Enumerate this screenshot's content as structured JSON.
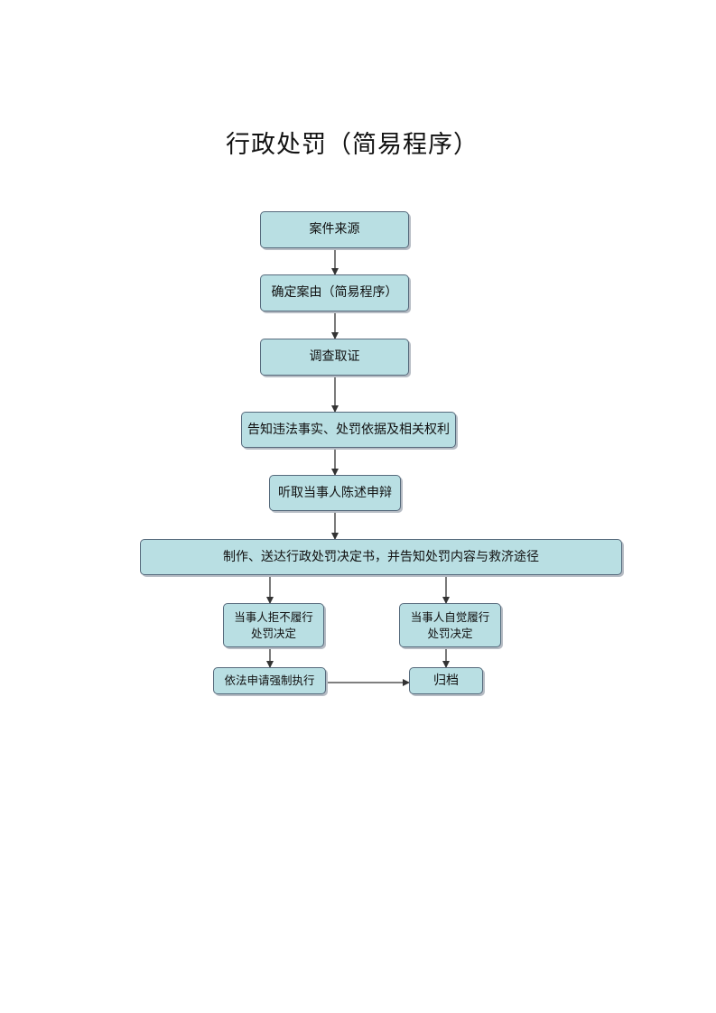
{
  "document": {
    "title": "行政处罚（简易程序）"
  },
  "flowchart": {
    "colors": {
      "node_fill": "#b9dfe3",
      "node_border": "#566a7c",
      "connector": "#333333"
    },
    "nodes": {
      "case_source": "案件来源",
      "determine_cause": "确定案由（简易程序）",
      "investigate": "调查取证",
      "inform": "告知违法事实、处罚依据及相关权利",
      "hear_defense": "听取当事人陈述申辩",
      "issue_decision": "制作、送达行政处罚决定书，并告知处罚内容与救济途径",
      "refuse_line1": "当事人拒不履行",
      "refuse_line2": "处罚决定",
      "comply_line1": "当事人自觉履行",
      "comply_line2": "处罚决定",
      "enforce": "依法申请强制执行",
      "archive": "归档"
    },
    "edges": [
      [
        "case_source",
        "determine_cause"
      ],
      [
        "determine_cause",
        "investigate"
      ],
      [
        "investigate",
        "inform"
      ],
      [
        "inform",
        "hear_defense"
      ],
      [
        "hear_defense",
        "issue_decision"
      ],
      [
        "issue_decision",
        "refuse"
      ],
      [
        "issue_decision",
        "comply"
      ],
      [
        "refuse",
        "enforce"
      ],
      [
        "comply",
        "archive"
      ],
      [
        "enforce",
        "archive"
      ]
    ]
  }
}
